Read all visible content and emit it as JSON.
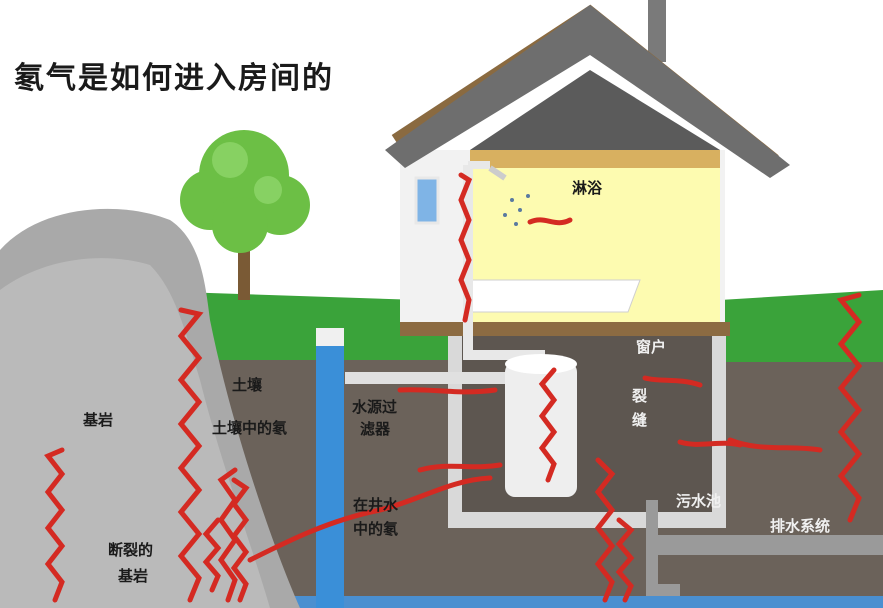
{
  "title": "氡气是如何进入房间的",
  "labels": {
    "bedrock": "基岩",
    "soil": "土壤",
    "radon_in_soil": "土壤中的氡",
    "water_filter_line1": "水源过",
    "water_filter_line2": "滤器",
    "radon_in_well_line1": "在井水",
    "radon_in_well_line2": "中的氡",
    "fractured_line1": "断裂的",
    "fractured_line2": "基岩",
    "shower": "淋浴",
    "window": "窗户",
    "crack_line1": "裂",
    "crack_line2": "缝",
    "sump": "污水池",
    "drain": "排水系统"
  },
  "colors": {
    "sky": "#ffffff",
    "grass": "#3aa33a",
    "soil": "#6b625a",
    "rock": "#a9a9a9",
    "house_wall": "#f2f2f2",
    "roof": "#6e6e6e",
    "room_light": "#fdfbb0",
    "radon_arrow": "#d42a22",
    "well_water": "#3a8fd8",
    "tree": "#6cbf45"
  }
}
